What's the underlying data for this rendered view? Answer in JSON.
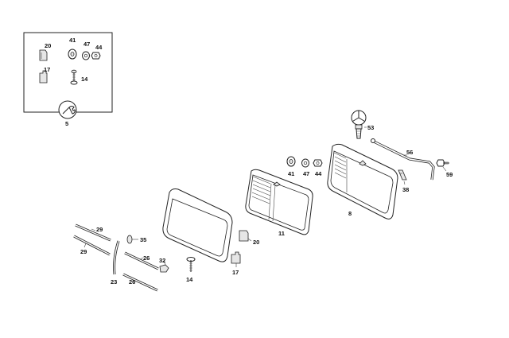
{
  "diagram": {
    "kit_box": {
      "labels": {
        "clip_top": "20",
        "nut": "41",
        "washer": "47",
        "cap_nut": "44",
        "clip_bottom": "17",
        "screw": "14",
        "wrench_symbol": "5"
      }
    },
    "callouts": {
      "emblem": "53",
      "spring_rod": "56",
      "bolt": "59",
      "bracket": "38",
      "grille_shell": "8",
      "grille_nut": "41",
      "grille_washer": "47",
      "grille_cap": "44",
      "grille_insert": "11",
      "clip_frame_20": "20",
      "clip_frame_17": "17",
      "screw_bottom": "14",
      "moulding_29_top": "29",
      "moulding_29_bottom": "29",
      "clip_35": "35",
      "strip_26_top": "26",
      "strip_26_bottom": "26",
      "clip_32": "32",
      "seal_23": "23"
    }
  }
}
